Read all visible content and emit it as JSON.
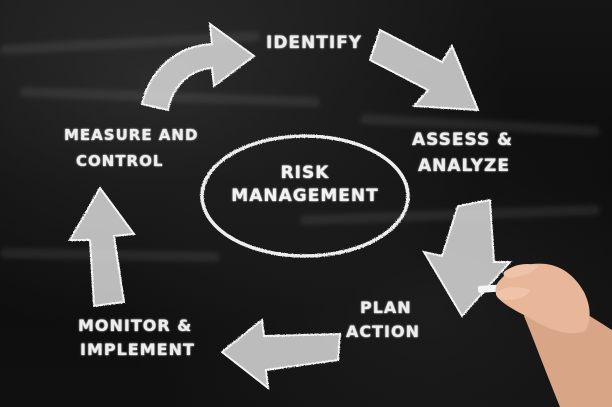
{
  "center": {
    "line1": "RISK",
    "line2": "MANAGEMENT"
  },
  "steps": {
    "identify": "IDENTIFY",
    "assess_line1": "ASSESS &",
    "assess_line2": "ANALYZE",
    "plan_line1": "PLAN",
    "plan_line2": "ACTION",
    "monitor_line1": "MONITOR &",
    "monitor_line2": "IMPLEMENT",
    "measure_line1": "MEASURE AND",
    "measure_line2": "CONTROL"
  },
  "colors": {
    "board": "#0c0c0c",
    "chalk": "#ededed",
    "skin": "#e8b79a"
  },
  "icons": {
    "arrows": "chalk-arrow-icon",
    "hand": "hand-holding-chalk"
  }
}
